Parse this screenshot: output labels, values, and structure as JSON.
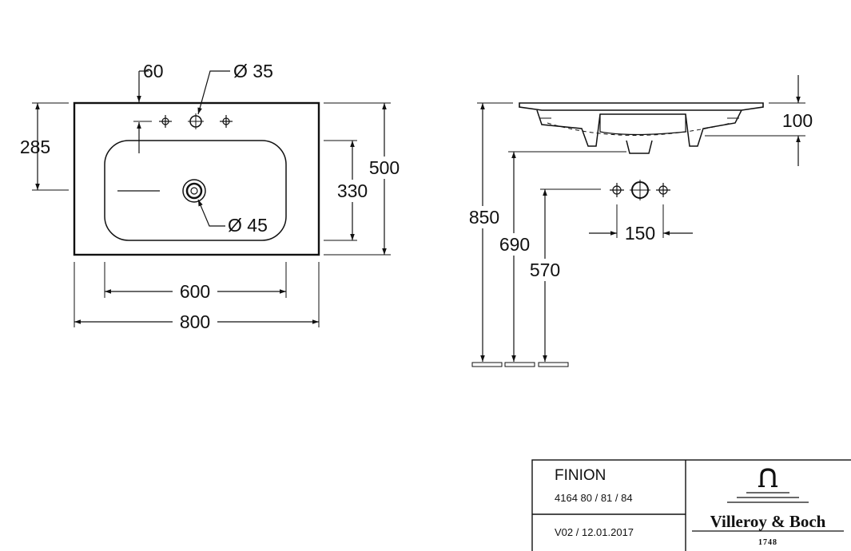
{
  "top_view": {
    "dim_tap_offset": "60",
    "dim_tap_hole": "Ø 35",
    "dim_front_to_tap": "285",
    "dim_waste": "Ø 45",
    "dim_bowl_depth": "330",
    "dim_overall_depth": "500",
    "dim_bowl_width": "600",
    "dim_overall_width": "800"
  },
  "side_view": {
    "dim_thickness": "100",
    "dim_height_top": "850",
    "dim_height_waste": "690",
    "dim_height_tap": "570",
    "dim_tap_spacing": "150"
  },
  "title_block": {
    "product": "FINION",
    "article_numbers": "4164 80 / 81 / 84",
    "version": "V02 / 12.01.2017",
    "brand": "Villeroy & Boch",
    "brand_year": "1748"
  }
}
